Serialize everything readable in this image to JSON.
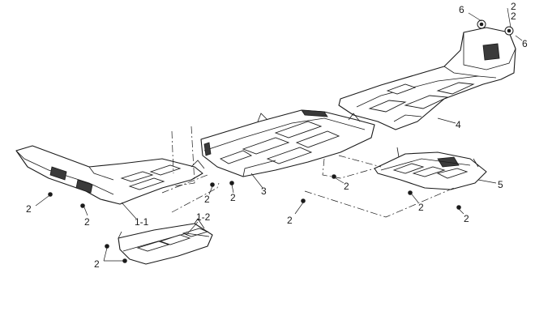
{
  "callouts": [
    {
      "id": "c-2-topA",
      "text": "2"
    },
    {
      "id": "c-2-topB",
      "text": "2"
    },
    {
      "id": "c-6-left",
      "text": "6"
    },
    {
      "id": "c-6-right",
      "text": "6"
    },
    {
      "id": "c-4",
      "text": "4"
    },
    {
      "id": "c-3",
      "text": "3"
    },
    {
      "id": "c-5",
      "text": "5"
    },
    {
      "id": "c-1-1",
      "text": "1-1"
    },
    {
      "id": "c-1-2",
      "text": "1-2"
    },
    {
      "id": "c-2-front1",
      "text": "2"
    },
    {
      "id": "c-2-front2",
      "text": "2"
    },
    {
      "id": "c-2-mid1",
      "text": "2"
    },
    {
      "id": "c-2-mid2",
      "text": "2"
    },
    {
      "id": "c-2-mid3",
      "text": "2"
    },
    {
      "id": "c-2-low",
      "text": "2"
    },
    {
      "id": "c-2-p5a",
      "text": "2"
    },
    {
      "id": "c-2-p5b",
      "text": "2"
    },
    {
      "id": "c-2-sub",
      "text": "2"
    }
  ]
}
